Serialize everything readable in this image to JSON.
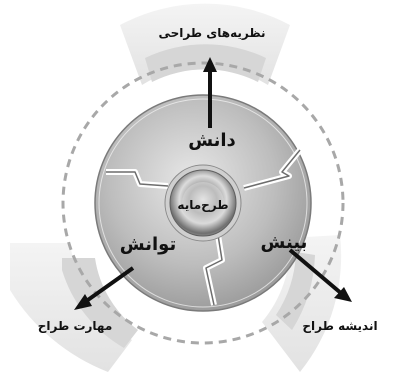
{
  "diagram": {
    "center_label": "طرح‌مایه",
    "segments": [
      {
        "id": "top",
        "label": "دانش"
      },
      {
        "id": "right",
        "label": "بینش"
      },
      {
        "id": "left",
        "label": "توانش"
      }
    ],
    "outer_labels": [
      {
        "id": "top",
        "label": "نظریه‌های طراحی"
      },
      {
        "id": "bottom-right",
        "label": "اندیشه طراح"
      },
      {
        "id": "bottom-left",
        "label": "مهارت طراح"
      }
    ]
  }
}
